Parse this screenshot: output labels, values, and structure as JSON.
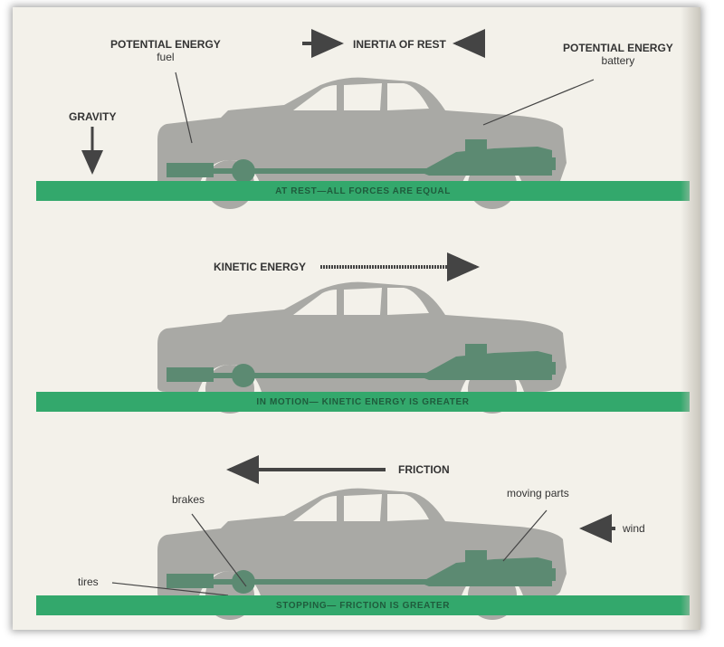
{
  "panels": [
    {
      "ground_label": "AT REST—ALL FORCES ARE EQUAL",
      "labels": {
        "potential_fuel_title": "POTENTIAL ENERGY",
        "potential_fuel_sub": "fuel",
        "inertia": "INERTIA OF REST",
        "potential_battery_title": "POTENTIAL ENERGY",
        "potential_battery_sub": "battery",
        "gravity": "GRAVITY"
      }
    },
    {
      "ground_label": "IN MOTION— KINETIC ENERGY IS GREATER",
      "labels": {
        "kinetic": "KINETIC ENERGY"
      }
    },
    {
      "ground_label": "STOPPING— FRICTION IS GREATER",
      "labels": {
        "friction": "FRICTION",
        "brakes": "brakes",
        "moving_parts": "moving parts",
        "wind": "wind",
        "tires": "tires"
      }
    }
  ],
  "colors": {
    "ground": "#33a86c",
    "ground_text": "#1f5b3c",
    "car_body": "#a9a9a5",
    "car_parts": "#5c8a72",
    "window": "#f3f1ea",
    "arrow": "#444444"
  }
}
